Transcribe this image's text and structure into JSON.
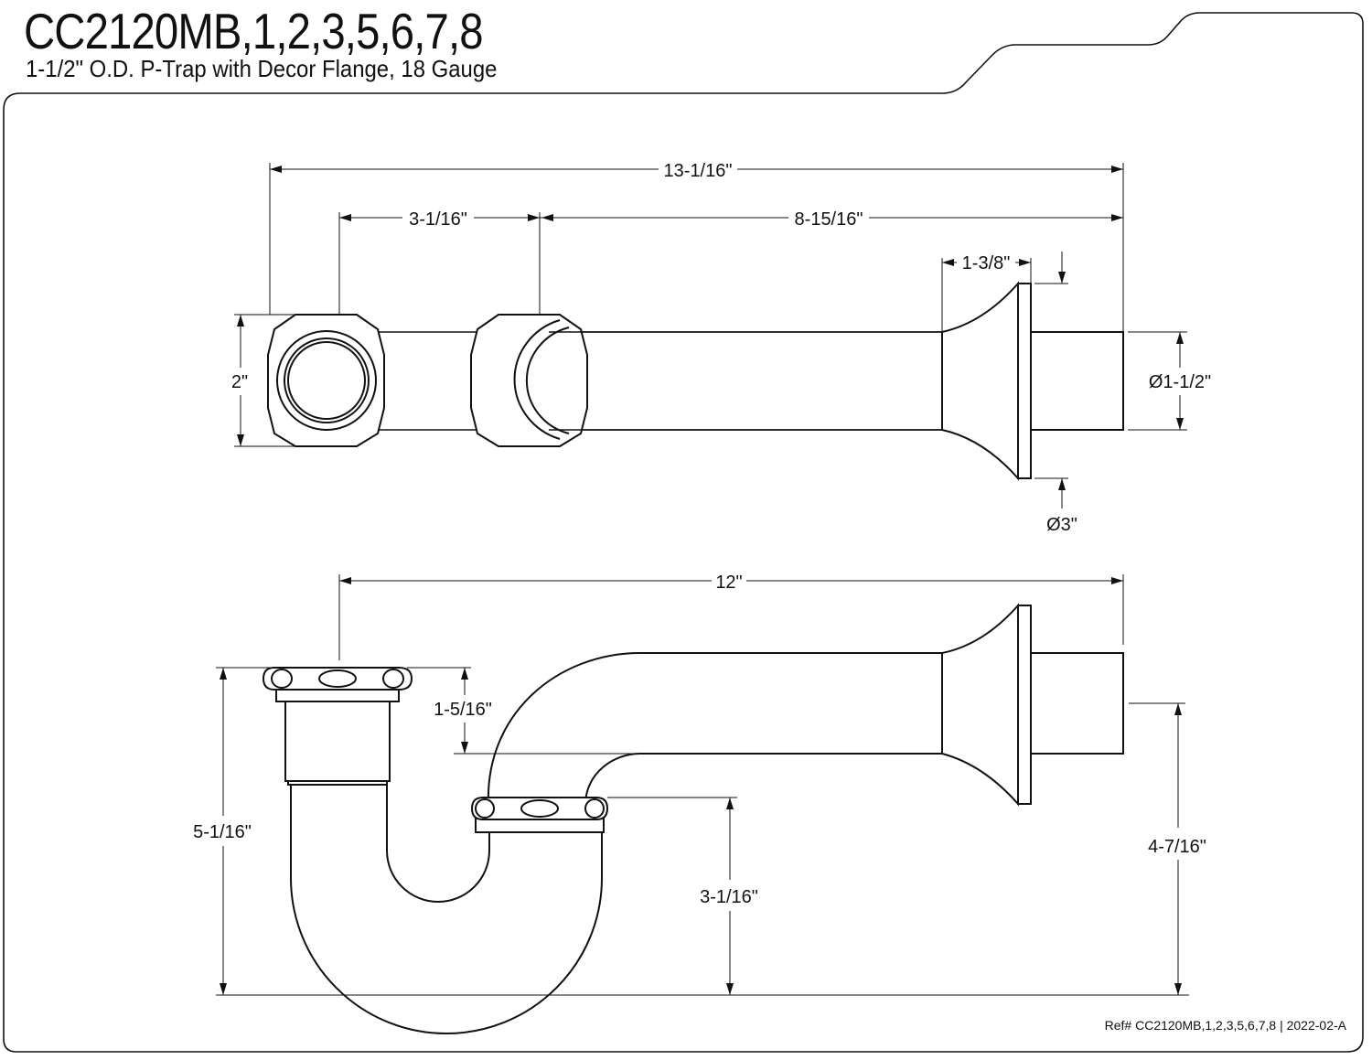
{
  "header": {
    "title": "CC2120MB,1,2,3,5,6,7,8",
    "subtitle": "1-1/2\" O.D. P-Trap with Decor Flange, 18 Gauge"
  },
  "footer": {
    "ref": "Ref# CC2120MB,1,2,3,5,6,7,8 | 2022-02-A"
  },
  "top_view": {
    "overall_length": "13-1/16\"",
    "nut_spacing": "3-1/16\"",
    "arm_length": "8-15/16\"",
    "flange_depth": "1-3/8\"",
    "nut_height": "2\"",
    "pipe_diameter": "Ø1-1/2\"",
    "flange_diameter": "Ø3\""
  },
  "side_view": {
    "length": "12\"",
    "arm_offset": "1-5/16\"",
    "total_height": "5-1/16\"",
    "nut_height": "3-1/16\"",
    "outlet_height": "4-7/16\""
  }
}
